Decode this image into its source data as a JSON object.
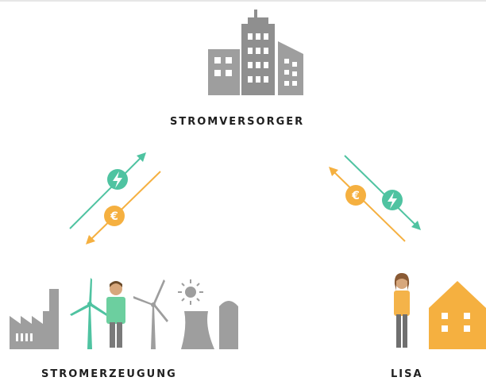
{
  "nodes": {
    "supplier": {
      "label": "STROMVERSORGER"
    },
    "generation": {
      "label": "STROMERZEUGUNG"
    },
    "consumer": {
      "label": "LISA"
    }
  },
  "colors": {
    "building_gray": "#9e9e9e",
    "building_dark": "#8a8a8a",
    "power_green": "#4fc3a1",
    "money_orange": "#f5b040",
    "person_skin": "#d7a77c",
    "person_green_shirt": "#6ccf9f",
    "person_orange_shirt": "#f4b349",
    "house_orange": "#f5b040",
    "text": "#1f1f1f"
  },
  "icons": {
    "power": "lightning-icon",
    "money": "euro-icon"
  }
}
